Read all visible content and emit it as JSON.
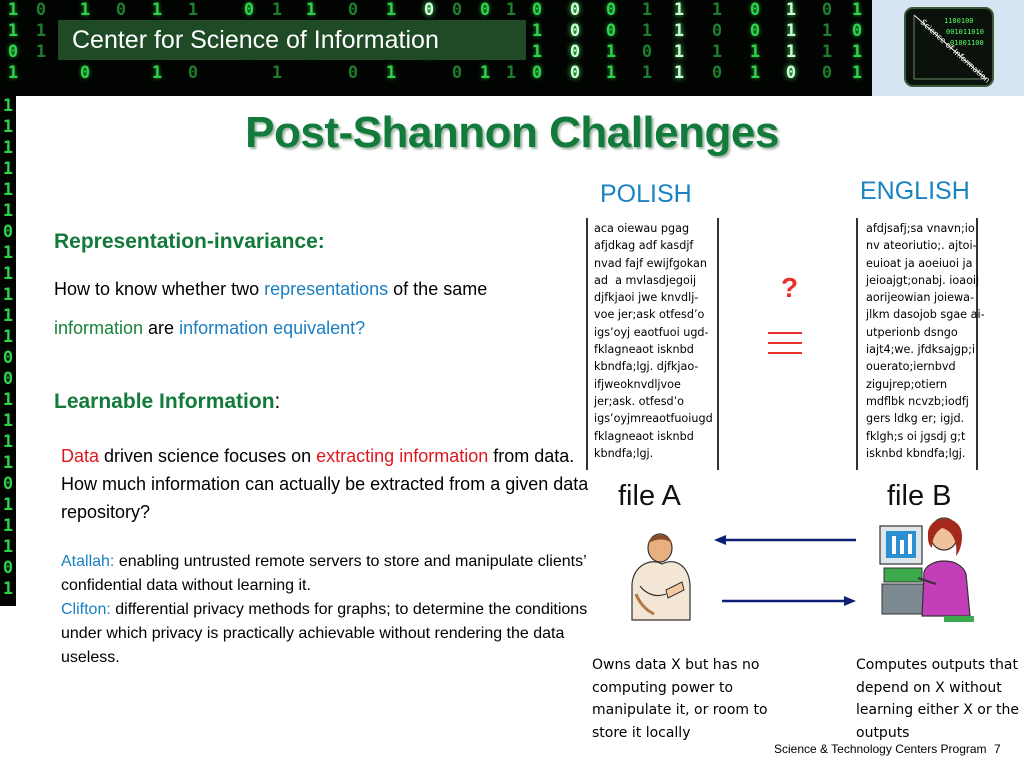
{
  "header": {
    "center_name": "Center for Science of Information",
    "logo_text": "Science of Information",
    "logo_bits": [
      "1100100",
      "001011010",
      "01001100"
    ]
  },
  "slide": {
    "title": "Post-Shannon Challenges",
    "representation": {
      "heading": "Representation-invariance:",
      "text_1": "How to know whether two ",
      "text_2": "representations",
      "text_3": " of the same ",
      "text_4": "information",
      "text_5": " are ",
      "text_6": "information equivalent?"
    },
    "learnable": {
      "heading": "Learnable Information",
      "colon": ":",
      "t1": "Data",
      "t2": " driven science focuses on ",
      "t3": "extracting information",
      "t4": " from data.  How much information can actually be extracted from a given data  repository?",
      "atallah_name": "Atallah:",
      "atallah_text": " enabling untrusted remote servers to store and manipulate clients’ confidential data without learning it.",
      "clifton_name": "Clifton:",
      "clifton_text": " differential privacy methods for graphs; to determine the conditions under which privacy is practically achievable without rendering the data useless."
    }
  },
  "diagram": {
    "polish_label": "POLISH",
    "english_label": "ENGLISH",
    "polish_text": "aca oiewau pgag\nafjdkag adf kasdjf\nnvad fajf ewijfgokan\nad  a mvlasdjegoij\ndjfkjaoi jwe knvdlj-\nvoe jer;ask otfesd’o\nigs’oyj eaotfuoi ugd-\nfklagneaot isknbd\nkbndfa;lgj. djfkjao-\nifjweoknvdljvoe\njer;ask. otfesd’o\nigs’oyjmreaotfuoiugd\nfklagneaot isknbd\nkbndfa;lgj.",
    "english_text": "afdjsafj;sa vnavn;io\nnv ateoriutio;. ajtoi-\neuioat ja aoeiuoi ja\njeioajgt;onabj. ioaoij\naorijeowian joiewa-\njlkm dasojob sgae ai-\nutperionb dsngo\niajt4;we. jfdksajgp;i\nouerato;iernbvd\nzigujrep;otiern\nmdflbk ncvzb;iodfj\ngers ldkg er; igjd.\nfklgh;s oi jgsdj g;t\nisknbd kbndfa;lgj.",
    "question_mark": "?",
    "file_a": "file A",
    "file_b": "file B",
    "caption_a": "Owns data X but has no\ncomputing power to\nmanipulate it, or room to\nstore it locally",
    "caption_b": "Computes outputs that\ndepend on X without\nlearning either X or the\noutputs"
  },
  "footer": {
    "program": "Science & Technology Centers Program",
    "page_number": "7"
  },
  "colors": {
    "title_green": "#127a3a",
    "link_blue": "#1a7fc2",
    "accent_red": "#e0161d",
    "banner_green": "#1e4a26",
    "matrix_green": "#2fd14b"
  }
}
